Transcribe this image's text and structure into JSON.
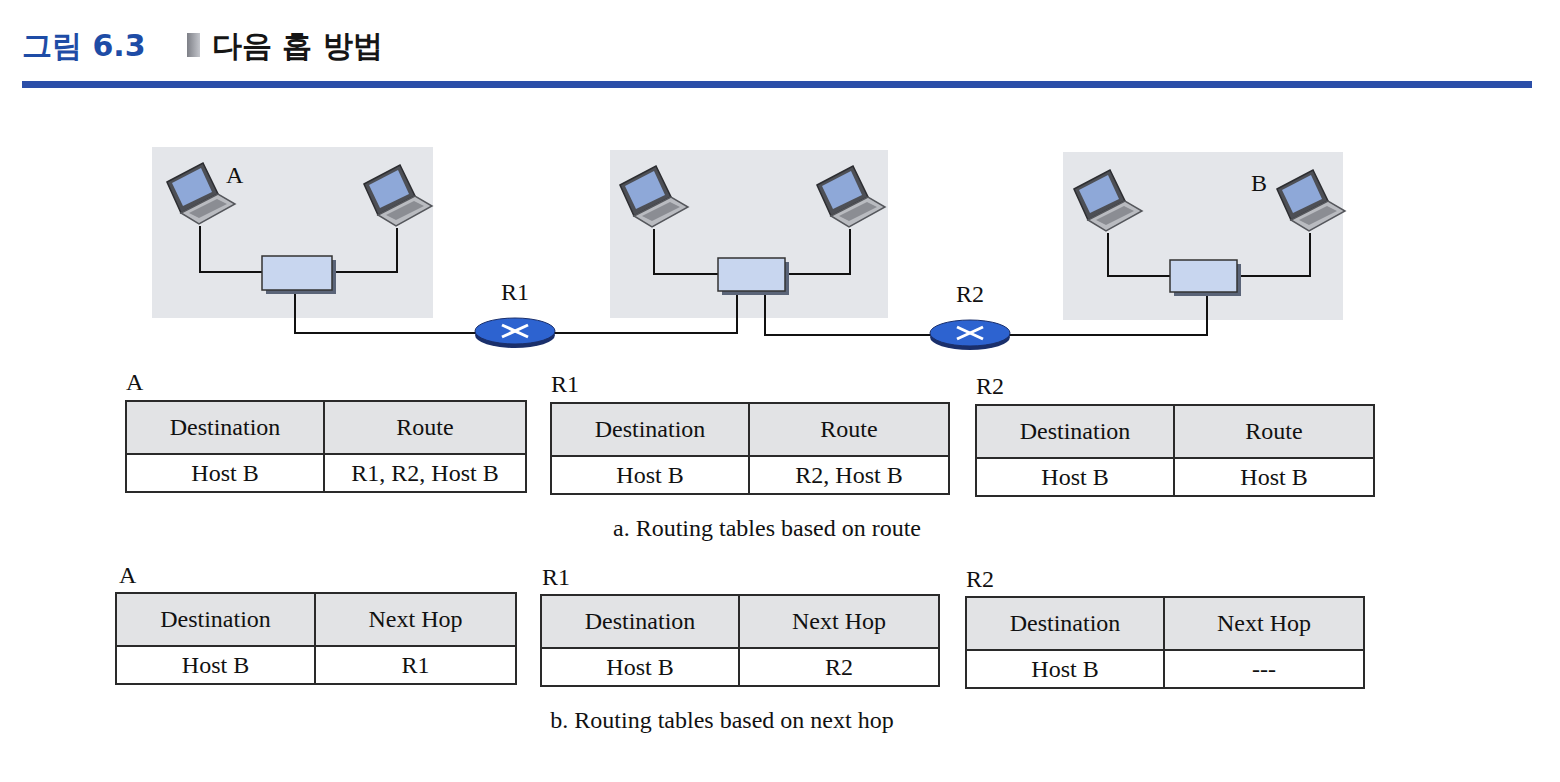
{
  "diagram": {
    "title": "다음 홉 방법",
    "nodes": [
      {
        "text": [
          "R1"
        ]
      },
      {
        "text": [
          "R2"
        ]
      }
    ],
    "labels": [
      "그림 6.3",
      "A",
      "B",
      "A",
      "Destination",
      "Route",
      "Host B",
      "R1, R2, Host B",
      "R1",
      "Destination",
      "Route",
      "Host B",
      "R2, Host B",
      "R2",
      "Destination",
      "Route",
      "Host B",
      "Host B",
      "a. Routing tables based on route",
      "A",
      "Destination",
      "Next Hop",
      "Host B",
      "R1",
      "R1",
      "Destination",
      "Next Hop",
      "Host B",
      "R2",
      "R2",
      "Destination",
      "Next Hop",
      "Host B",
      "---",
      "b. Routing tables based on next hop"
    ]
  }
}
